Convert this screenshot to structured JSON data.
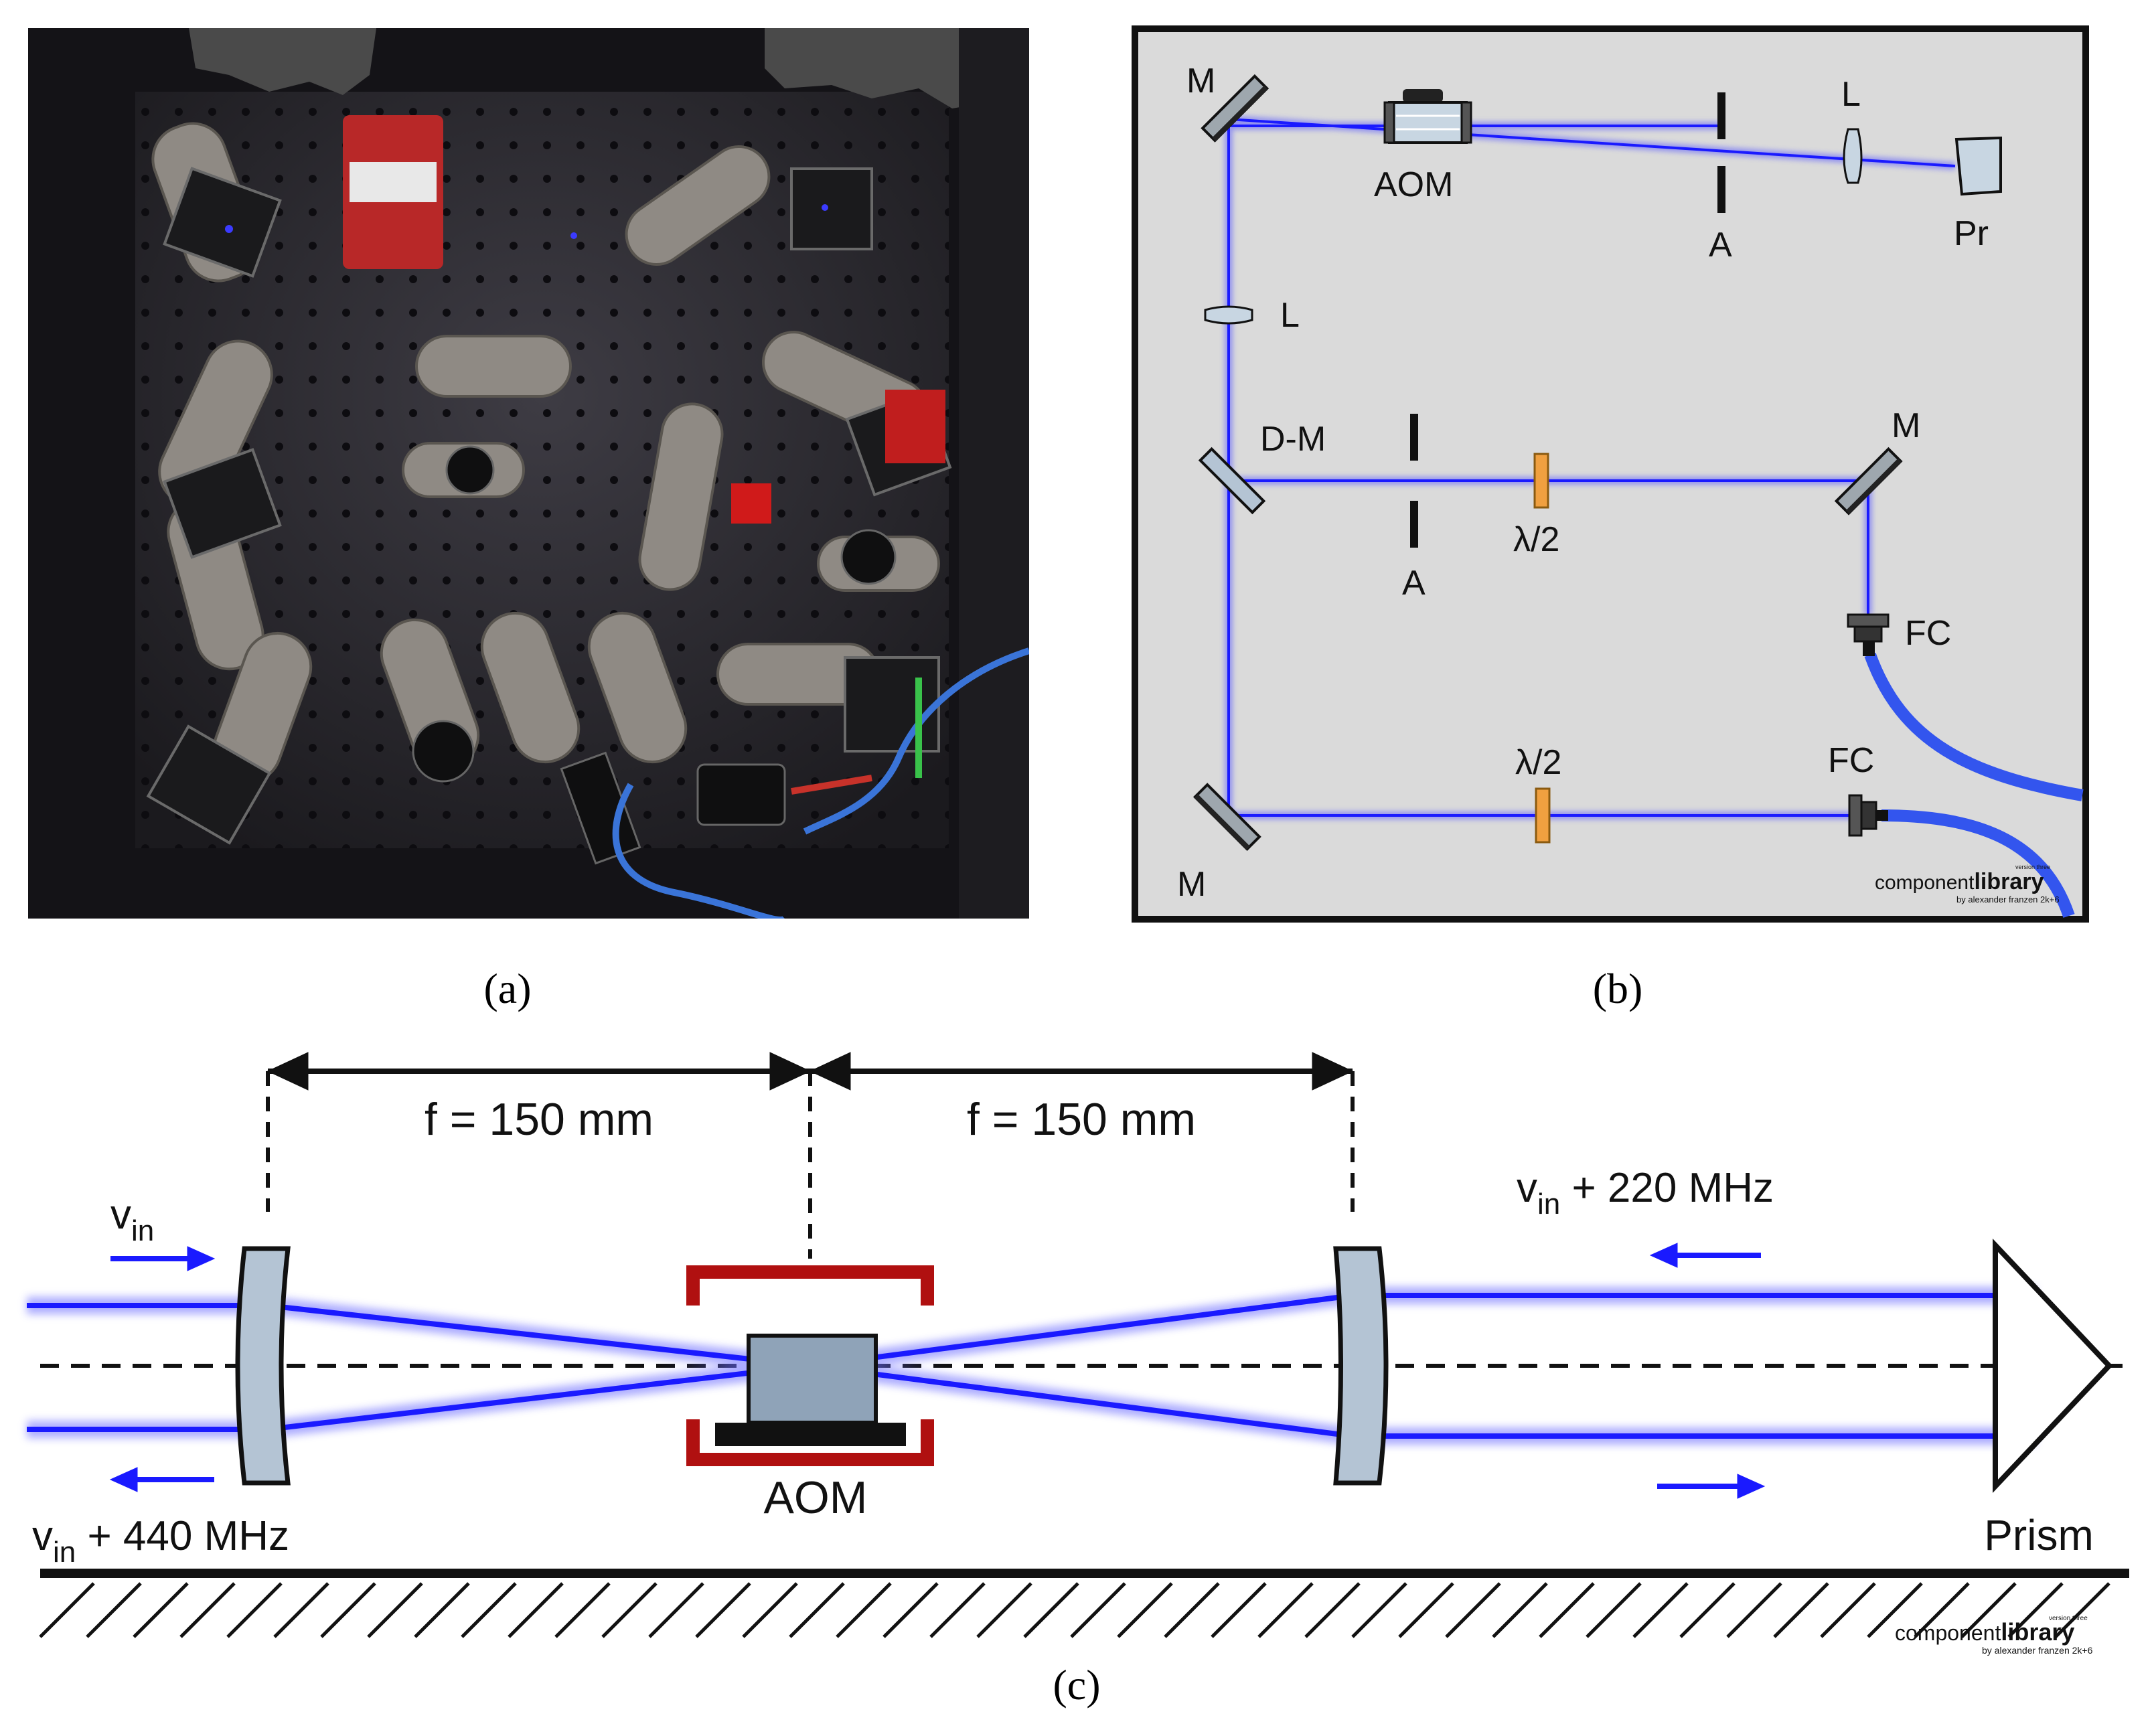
{
  "panels": {
    "a": {
      "label": "(a)"
    },
    "b": {
      "label": "(b)",
      "components": {
        "mirror_top_left": "M",
        "aom": "AOM",
        "aperture_top": "A",
        "lens_top": "L",
        "prism": "Pr",
        "lens_left": "L",
        "dichroic_mirror": "D-M",
        "aperture_mid": "A",
        "halfwave_mid": "λ/2",
        "mirror_mid_right": "M",
        "fiber_coupler_mid": "FC",
        "halfwave_bottom": "λ/2",
        "fiber_coupler_bottom": "FC",
        "mirror_bottom_left": "M"
      },
      "watermark": {
        "line1_a": "component",
        "line1_b": "library",
        "superscript": "version three",
        "line2": "by alexander franzen 2k+6"
      }
    },
    "c": {
      "label": "(c)",
      "focal_left": "f = 150 mm",
      "focal_right": "f = 150 mm",
      "v_in": {
        "symbol": "v",
        "subscript": "in"
      },
      "v_out_440": {
        "symbol": "v",
        "subscript": "in",
        "suffix": " + 440 MHz"
      },
      "v_220": {
        "symbol": "v",
        "subscript": "in",
        "suffix": " + 220 MHz"
      },
      "aom": "AOM",
      "prism": "Prism",
      "watermark": {
        "line1_a": "component",
        "line1_b": "library",
        "superscript": "version three",
        "line2": "by alexander franzen 2k+6"
      }
    }
  },
  "colors": {
    "beam": "#1a1aff",
    "aom_housing": "#b01010",
    "waveplate": "#f0a040",
    "optic_fill": "#b4c4d4",
    "schematic_bg": "#dadada",
    "breadboard": "#2b2a30"
  }
}
